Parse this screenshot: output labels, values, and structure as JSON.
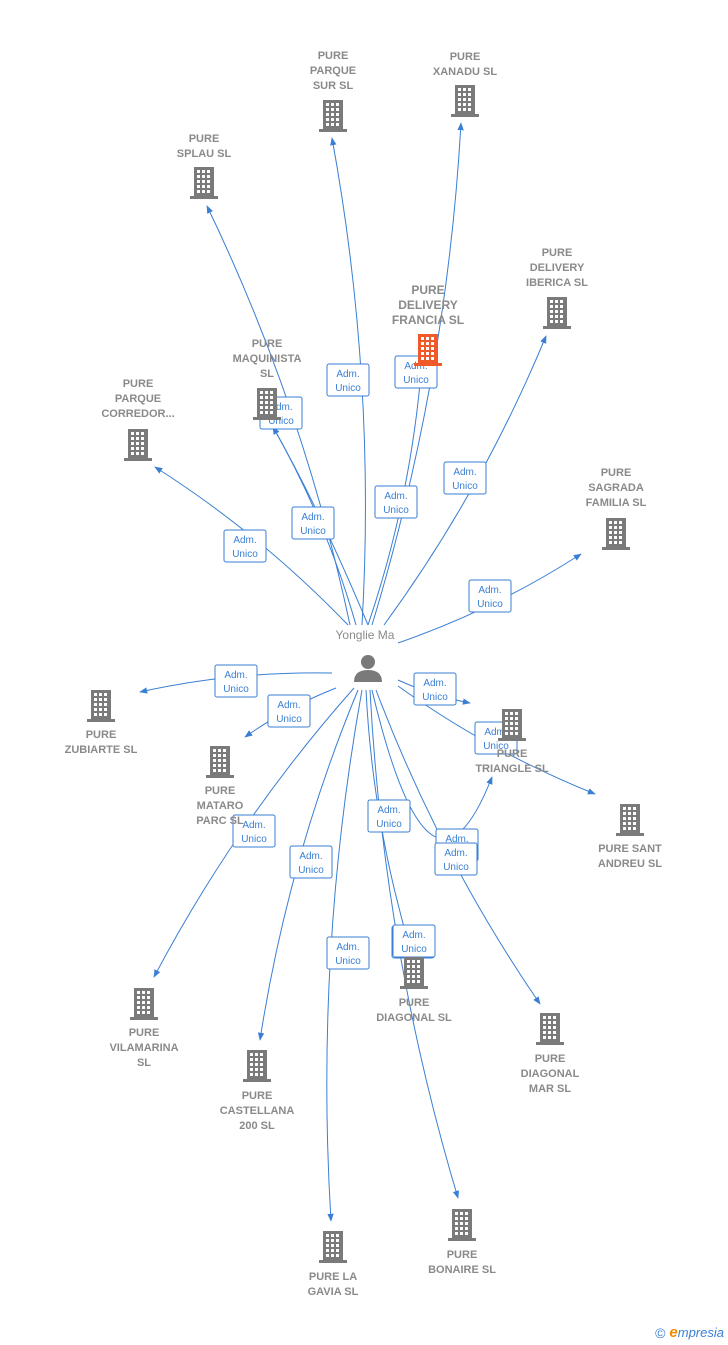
{
  "colors": {
    "edge": "#3a7fd4",
    "building": "#7a7a7a",
    "building_main": "#f0592a",
    "person": "#7a7a7a"
  },
  "person": {
    "label": "Yonglie Ma",
    "icon": "person-icon"
  },
  "edge_label": [
    "Adm.",
    "Unico"
  ],
  "nodes": [
    {
      "id": "parque-sur",
      "lines": [
        "PURE",
        "PARQUE",
        "SUR  SL"
      ]
    },
    {
      "id": "xanadu",
      "lines": [
        "PURE",
        "XANADU  SL"
      ]
    },
    {
      "id": "splau",
      "lines": [
        "PURE",
        "SPLAU  SL"
      ]
    },
    {
      "id": "delivery-iberica",
      "lines": [
        "PURE",
        "DELIVERY",
        "IBERICA  SL"
      ]
    },
    {
      "id": "delivery-francia",
      "lines": [
        "PURE",
        "DELIVERY",
        "FRANCIA  SL"
      ],
      "main": true
    },
    {
      "id": "maquinista",
      "lines": [
        "PURE",
        "MAQUINISTA",
        "SL"
      ]
    },
    {
      "id": "parque-corredor",
      "lines": [
        "PURE",
        "PARQUE",
        "CORREDOR..."
      ]
    },
    {
      "id": "sagrada-familia",
      "lines": [
        "PURE",
        "SAGRADA",
        "FAMILIA  SL"
      ]
    },
    {
      "id": "zubiarte",
      "lines": [
        "PURE",
        "ZUBIARTE  SL"
      ]
    },
    {
      "id": "mataro-parc",
      "lines": [
        "PURE",
        "MATARO",
        "PARC  SL"
      ]
    },
    {
      "id": "triangle",
      "lines": [
        "PURE",
        "TRIANGLE  SL"
      ]
    },
    {
      "id": "sant-andreu",
      "lines": [
        "PURE SANT",
        "ANDREU  SL"
      ]
    },
    {
      "id": "vilamarina",
      "lines": [
        "PURE",
        "VILAMARINA",
        "SL"
      ]
    },
    {
      "id": "castellana",
      "lines": [
        "PURE",
        "CASTELLANA",
        "200  SL"
      ]
    },
    {
      "id": "diagonal",
      "lines": [
        "PURE",
        "DIAGONAL  SL"
      ]
    },
    {
      "id": "diagonal-mar",
      "lines": [
        "PURE",
        "DIAGONAL",
        "MAR  SL"
      ]
    },
    {
      "id": "la-gavia",
      "lines": [
        "PURE LA",
        "GAVIA  SL"
      ]
    },
    {
      "id": "bonaire",
      "lines": [
        "PURE",
        "BONAIRE  SL"
      ]
    }
  ],
  "footer": {
    "copyright": "©",
    "brand_first": "e",
    "brand_rest": "mpresia"
  }
}
